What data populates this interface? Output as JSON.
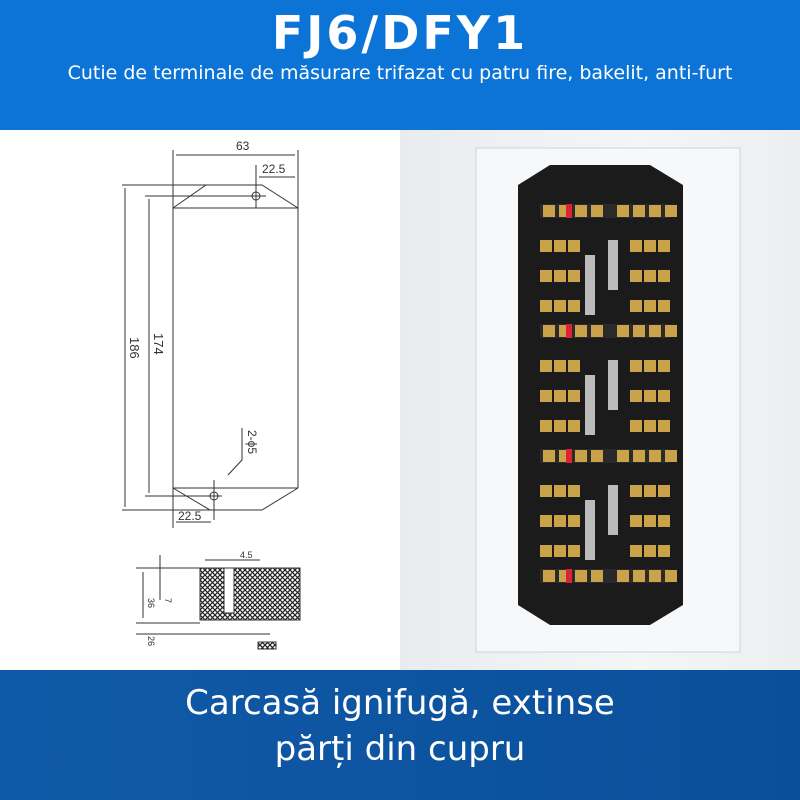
{
  "header": {
    "title": "FJ6/DFY1",
    "subtitle": "Cutie de terminale de măsurare trifazat cu patru fire, bakelit, anti-furt"
  },
  "diagram": {
    "width": "63",
    "offset_top": "22.5",
    "height_outer": "186",
    "height_inner": "174",
    "holes": "2-ϕ5",
    "offset_bottom": "22.5",
    "slot": "4.5",
    "depth": "36",
    "depth_small": "7",
    "base": "26"
  },
  "footer": {
    "line1": "Carcasă ignifugă, extinse",
    "line2": "părți din cupru"
  },
  "colors": {
    "header_blue": "#0b74d6",
    "footer_blue": "#0f5aa8"
  }
}
